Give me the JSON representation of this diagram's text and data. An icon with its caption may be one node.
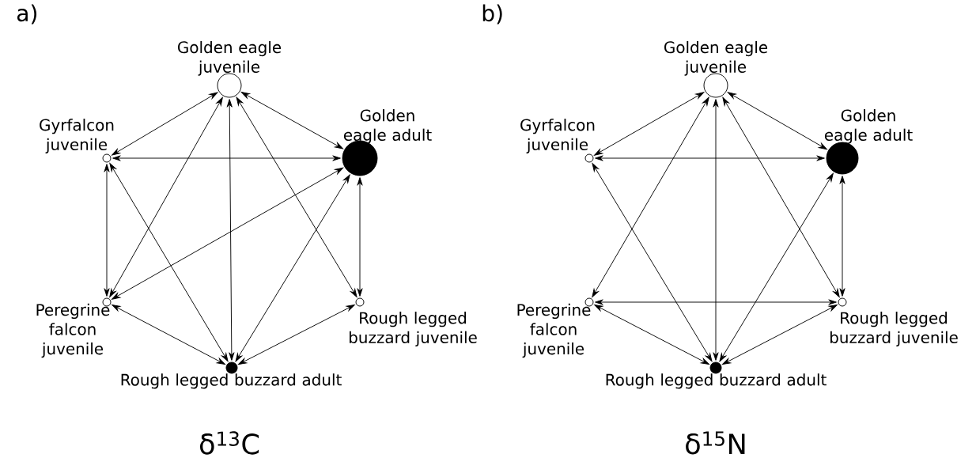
{
  "diagram": {
    "nodes": [
      {
        "text": [
          "Golden eagle juvenile"
        ]
      },
      {
        "text": [
          "Gyrfalcon juvenile"
        ]
      },
      {
        "text": [
          "Golden eagle adult"
        ]
      },
      {
        "text": [
          "Peregrine falcon juvenile"
        ]
      },
      {
        "text": [
          "Rough legged buzzard juvenile"
        ]
      },
      {
        "text": [
          "Rough legged buzzard adult"
        ]
      },
      {
        "text": [
          "Golden eagle juvenile"
        ]
      },
      {
        "text": [
          "Gyrfalcon juvenile"
        ]
      },
      {
        "text": [
          "Golden eagle adult"
        ]
      },
      {
        "text": [
          "Peregrine falcon juvenile"
        ]
      },
      {
        "text": [
          "Rough legged buzzard juvenile"
        ]
      },
      {
        "text": [
          "Rough legged buzzard adult"
        ]
      }
    ],
    "edges": [
      {
        "from": 1,
        "to": 0,
        "arrow": "both"
      },
      {
        "from": 1,
        "to": 2,
        "arrow": "both"
      },
      {
        "from": 1,
        "to": 3,
        "arrow": "both"
      },
      {
        "from": 1,
        "to": 5,
        "arrow": "both"
      },
      {
        "from": 0,
        "to": 2,
        "arrow": "both"
      },
      {
        "from": 0,
        "to": 3,
        "arrow": "both"
      },
      {
        "from": 0,
        "to": 5,
        "arrow": "both"
      },
      {
        "from": 0,
        "to": 4,
        "arrow": "both"
      },
      {
        "from": 2,
        "to": 3,
        "arrow": "both"
      },
      {
        "from": 2,
        "to": 5,
        "arrow": "both"
      },
      {
        "from": 2,
        "to": 4,
        "arrow": "both"
      },
      {
        "from": 3,
        "to": 5,
        "arrow": "both"
      },
      {
        "from": 5,
        "to": 4,
        "arrow": "both"
      },
      {
        "from": 7,
        "to": 6,
        "arrow": "both"
      },
      {
        "from": 7,
        "to": 8,
        "arrow": "both"
      },
      {
        "from": 7,
        "to": 11,
        "arrow": "both"
      },
      {
        "from": 6,
        "to": 8,
        "arrow": "both"
      },
      {
        "from": 6,
        "to": 9,
        "arrow": "both"
      },
      {
        "from": 6,
        "to": 11,
        "arrow": "both"
      },
      {
        "from": 6,
        "to": 10,
        "arrow": "both"
      },
      {
        "from": 8,
        "to": 11,
        "arrow": "both"
      },
      {
        "from": 8,
        "to": 10,
        "arrow": "both"
      },
      {
        "from": 9,
        "to": 10,
        "arrow": "both"
      },
      {
        "from": 9,
        "to": 11,
        "arrow": "both"
      },
      {
        "from": 11,
        "to": 10,
        "arrow": "both"
      }
    ],
    "labels": [
      "a)",
      "b)",
      "δ$^{13}$C",
      "δ$^{15}$N"
    ]
  }
}
